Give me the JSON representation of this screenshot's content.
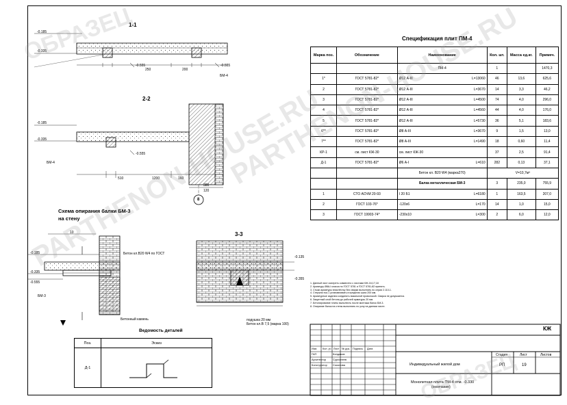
{
  "sections": {
    "s11": "1-1",
    "s22": "2-2",
    "s33": "3-3",
    "scheme_line1": "Схема опирания балки БМ-3",
    "scheme_line2": "на стену"
  },
  "levels": {
    "l185": "-0.185",
    "l335": "-0.335",
    "l555a": "-0.555",
    "l555b": "-0.555",
    "l185b": "-0.185",
    "l335b": "-0.335",
    "l555c": "-0.555",
    "l185c": "-0.185",
    "l335c": "-0.335",
    "l555d": "-0.555",
    "l135": "-0.135",
    "l355": "-0.355",
    "axis": "8"
  },
  "spec": {
    "title": "Спецификация плит ПМ-4",
    "headers": [
      "Марка поз.",
      "Обозначение",
      "Наименование",
      "Кол. шт.",
      "Масса ед.кг.",
      "Примеч."
    ],
    "group_row": {
      "pos": "",
      "designation": "",
      "name": "ПМ-4",
      "qty": "1",
      "mass": "",
      "note": "1470,3"
    },
    "rows": [
      {
        "pos": "1*",
        "designation": "ГОСТ 5781-82*",
        "name": "Ø12   А-III",
        "len": "L=13060",
        "qty": "46",
        "mass": "13,6",
        "note": "625,6"
      },
      {
        "pos": "2",
        "designation": "ГОСТ 5781-82*",
        "name": "Ø12   А-III",
        "len": "L=3670",
        "qty": "14",
        "mass": "3,3",
        "note": "46,2"
      },
      {
        "pos": "3",
        "designation": "ГОСТ 5781-82*",
        "name": "Ø12   А-III",
        "len": "L=4500",
        "qty": "74",
        "mass": "4,0",
        "note": "296,0"
      },
      {
        "pos": "4",
        "designation": "ГОСТ 5781-82*",
        "name": "Ø12   А-III",
        "len": "L=4560",
        "qty": "44",
        "mass": "4,0",
        "note": "176,0"
      },
      {
        "pos": "5",
        "designation": "ГОСТ 5781-82*",
        "name": "Ø12   А-III",
        "len": "L=5730",
        "qty": "36",
        "mass": "5,1",
        "note": "183,6"
      },
      {
        "pos": "6**",
        "designation": "ГОСТ 5781-82*",
        "name": "Ø8   А-III",
        "len": "L=3670",
        "qty": "9",
        "mass": "1,5",
        "note": "13,0"
      },
      {
        "pos": "7**",
        "designation": "ГОСТ 5781-82*",
        "name": "Ø8   А-III",
        "len": "L=1490",
        "qty": "18",
        "mass": "0,60",
        "note": "11,4"
      },
      {
        "pos": "КР-1",
        "designation": "см. лист КЖ-30",
        "name": "см. лист КЖ-30",
        "len": "",
        "qty": "37",
        "mass": "2,5",
        "note": "91,4"
      },
      {
        "pos": "Д-1",
        "designation": "ГОСТ 5781-82*",
        "name": "Ø6   А-I",
        "len": "L=610",
        "qty": "282",
        "mass": "0,13",
        "note": "37,1"
      }
    ],
    "concrete": {
      "name": "Бетон кл. В20 W4 (марка270)",
      "value": "V=10,7м³"
    },
    "beam_header": "Балка металлическая БМ-3",
    "beam_header_qty": "3",
    "beam_header_note": "755,9",
    "beam_header_mass": "235,0",
    "beam_rows": [
      {
        "pos": "1",
        "designation": "СТО АСЧМ 20-93",
        "name": "I 20 Б1",
        "len": "L=6180",
        "qty": "1",
        "mass": "163,5",
        "note": "207,0"
      },
      {
        "pos": "2",
        "designation": "ГОСТ 103-76*",
        "name": "-120х6",
        "len": "L=170",
        "qty": "14",
        "mass": "1,0",
        "note": "15,0"
      },
      {
        "pos": "3",
        "designation": "ГОСТ 19903-74*",
        "name": "-230х10",
        "len": "L=300",
        "qty": "2",
        "mass": "6,0",
        "note": "12,0"
      }
    ]
  },
  "notes": [
    "1. Данный лист смотреть совместно с листами КЖ-16,17,18",
    "2. Арматуру Ø8А-I класса по ГОСТ 5781 и ГОСТ 5781-82 принять.",
    "3. Стыки арматуры внахлёстку без сварки выполнить по серии 2.110-1.",
    "4. Стержни поз.1 устанавливать в пределах шага 200 мм.",
    "5. Арматурные изделия соединять вязальной проволокой. Сварка не допускается.",
    "6. Защитный слой бетона до рабочей арматуры 20 мм.",
    "7. Бетонирование плиты выполнять после монтажа балок БМ-3.",
    "8. Опирание балок на стены выполнять по узлу на данном листе."
  ],
  "drawing_labels": {
    "beam_bm4": "БМ-4",
    "beam_bm4b": "БМ-4",
    "beam_bm3": "БМ-3",
    "dim_250": "250",
    "dim_200": "200",
    "dim_510": "510",
    "dim_160": "160",
    "dim_1200": "1200",
    "dim_380": "380",
    "dim_120": "120",
    "dim_10": "10",
    "label_bead1": "Бетон кл.В20 W4 по ГОСТ",
    "label_bead2": "Бетонный камень",
    "label_pillow": "подушка 20 мм",
    "label_pillow2": "Бетон кл.В 7,5 (марка 100)"
  },
  "marking": {
    "title": "Ведомость деталей",
    "col1": "Поз.",
    "col2": "Эскиз",
    "item": "Д-1"
  },
  "titleblock": {
    "code": "КЖ",
    "object": "Индивидуальный жилой дом",
    "sheet_title": "Монолитная плита ПМ-4 отм. -0.330",
    "sheet_sub": "(окончание)",
    "stage_h": "Стадия",
    "sheet_h": "Лист",
    "sheets_h": "Листов",
    "stage": "РП",
    "sheet": "19",
    "cols": [
      "Изм.",
      "Кол. уч",
      "Лист",
      "№ док.",
      "Подпись",
      "Дата"
    ],
    "roles": [
      {
        "role": "ГАП",
        "name": "Кондаков"
      },
      {
        "role": "Архитектор",
        "name": "Сурхолеев"
      },
      {
        "role": "Конструктор",
        "name": "Соколова"
      }
    ]
  },
  "watermarks": [
    "ОБРАЗЕЦ",
    "PARTHENON-HOUSE.RU",
    "PARTHENON-HOUSE.RU",
    "ОБРАЗЕЦ"
  ]
}
